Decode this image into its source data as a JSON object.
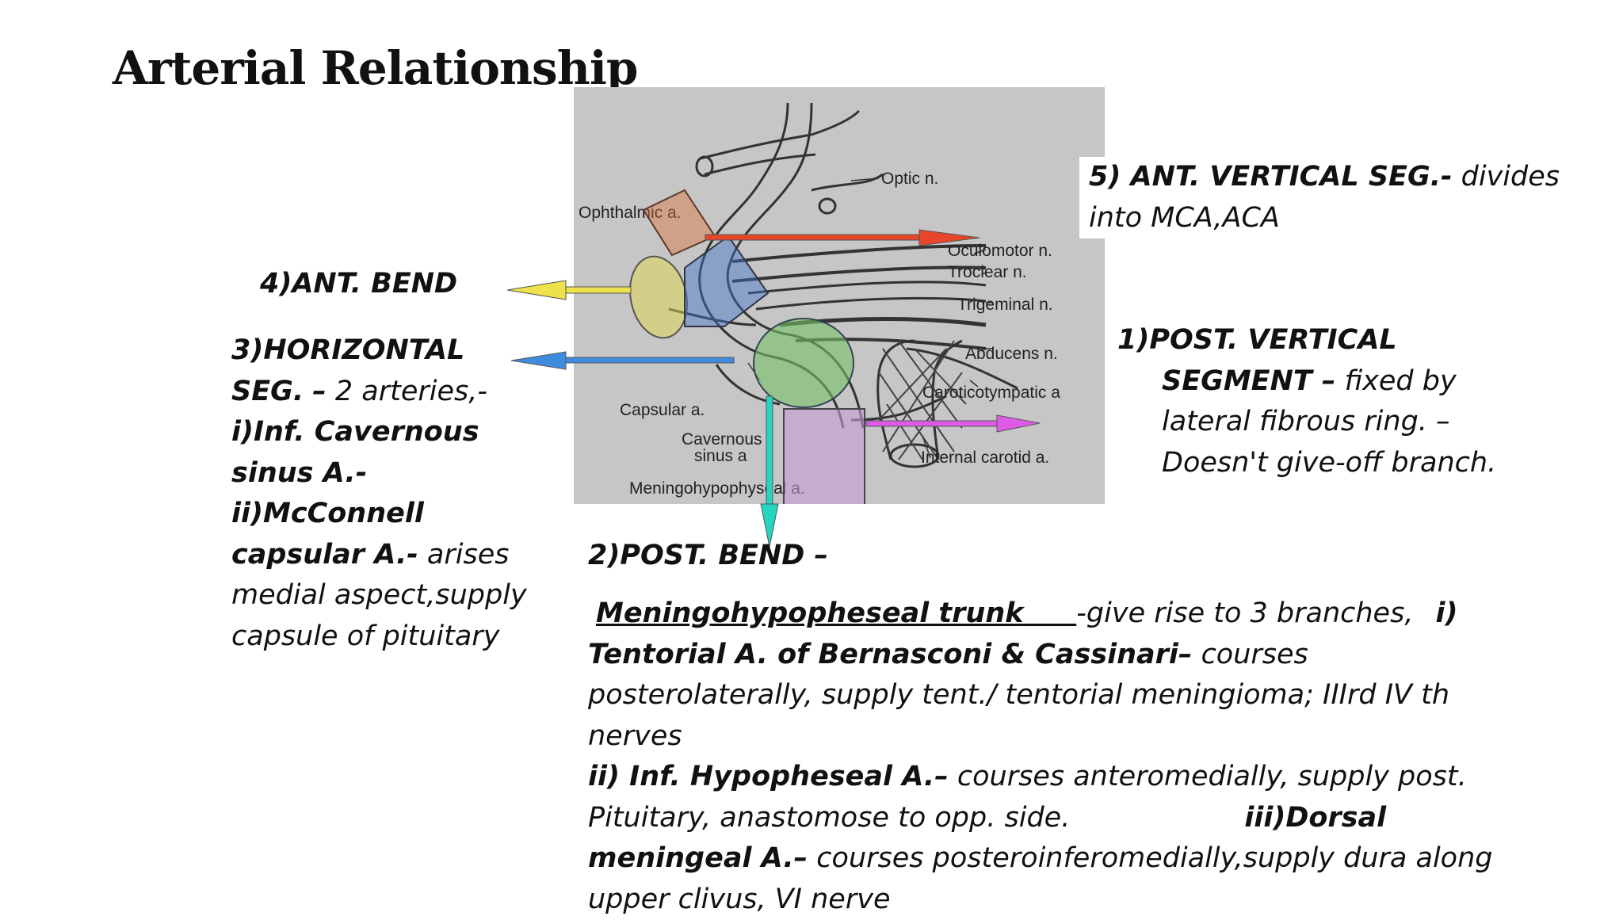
{
  "title": "Arterial Relationship",
  "figure": {
    "labels": {
      "optic": "Optic n.",
      "ophthalmic": "Ophthalmic a.",
      "oculomotor": "Oculomotor n.",
      "troclear": "Troclear n.",
      "trigeminal": "Trigeminal n.",
      "abducens": "Abducens n.",
      "caroticotympanic": "Caroticotympatic a",
      "capsular": "Capsular a.",
      "cavernous1": "Cavernous",
      "cavernous2": "sinus a",
      "internal_carotid": "Internal carotid a.",
      "meningohypophyseal": "Meningohypophyseal a."
    },
    "colors": {
      "background": "#c6c6c6",
      "ant_vertical": "#d9733e",
      "ant_bend": "#e0d64a",
      "horizontal": "#3f73c8",
      "post_bend": "#24d6c0",
      "post_vertical": "#d35ad8",
      "green_box": "#77c065",
      "purple_box": "#c79cd6"
    }
  },
  "notes": {
    "n5_bold": "5) ANT. VERTICAL SEG.-",
    "n5_text": " divides into MCA,ACA",
    "n4": "4)ANT. BEND",
    "n3_bold1": "3)HORIZONTAL SEG.",
    "n3_dash": "–",
    "n3_text1": " 2 arteries,-",
    "n3_bold2": "i)Inf. Cavernous sinus A.- ii)McConnell capsular A.-",
    "n3_text2": " arises medial aspect,supply capsule of pituitary",
    "n1_bold1": "1)POST. VERTICAL",
    "n1_bold2": "SEGMENT –",
    "n1_text": " fixed by lateral fibrous ring.    – Doesn't give-off branch.",
    "n2": "2)POST. BEND –",
    "n2b_trunk": "Meningohypopheseal trunk",
    "n2b_text1": "-give rise to 3 branches,",
    "n2b_b1": "i) Tentorial A. of Bernasconi & Cassinari–",
    "n2b_t1": " courses posterolaterally, supply tent./ tentorial meningioma; IIIrd  IV th nerves",
    "n2b_b2": "ii) Inf. Hypopheseal A.–",
    "n2b_t2": " courses anteromedially, supply post. Pituitary, anastomose to opp. side.",
    "n2b_b3": "iii)Dorsal meningeal A.–",
    "n2b_t3": " courses posteroinferomedially,supply dura along upper clivus, VI nerve"
  }
}
